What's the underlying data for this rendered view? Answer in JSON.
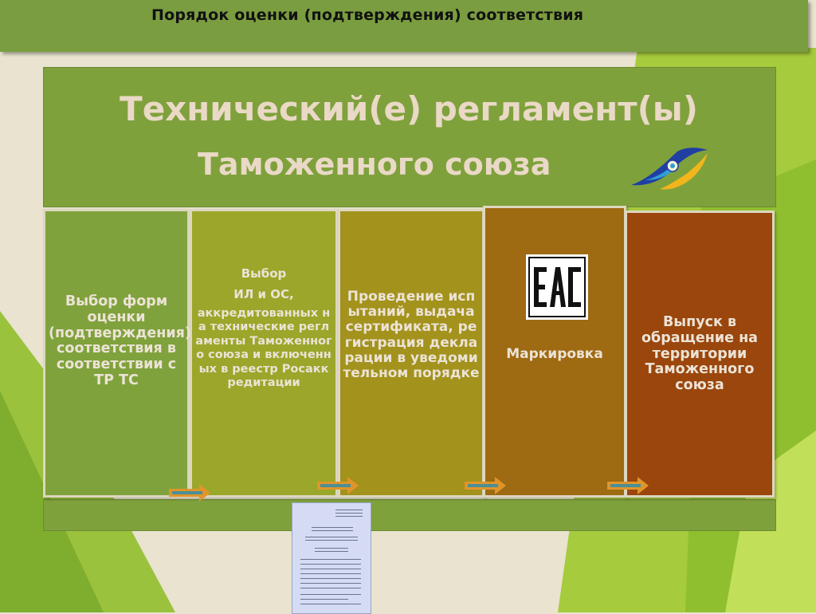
{
  "header": {
    "title": "Порядок  оценки (подтверждения) соответствия"
  },
  "banner": {
    "line1": "Технический(е)  регламент(ы)",
    "line2": "Таможенного  союза"
  },
  "steps": [
    {
      "label": "Выбор форм оценки (подтверждения) соответствия в соответствии с ТР ТС",
      "color": "#80a23c"
    },
    {
      "label_heading": "Выбор",
      "label_line2": "ИЛ и ОС,",
      "label_rest": "аккредитованных на технические регламенты Таможенного союза   и включенных в реестр Росаккредитации",
      "color": "#9aa72a"
    },
    {
      "label": "Проведение испытаний, выдача сертификата, регистрация декларации в уведомительном порядке",
      "color": "#a3921c"
    },
    {
      "label": "Маркировка",
      "color": "#9e6a12"
    },
    {
      "label": "Выпуск в обращение на территории Таможенного союза",
      "color": "#9a460c"
    }
  ],
  "eac_mark": "EAC",
  "colors": {
    "title_bar": "#7a9d40",
    "banner": "#7fa13c",
    "arrow_fill": "#e0952a",
    "arrow_core": "#4b8f97"
  }
}
